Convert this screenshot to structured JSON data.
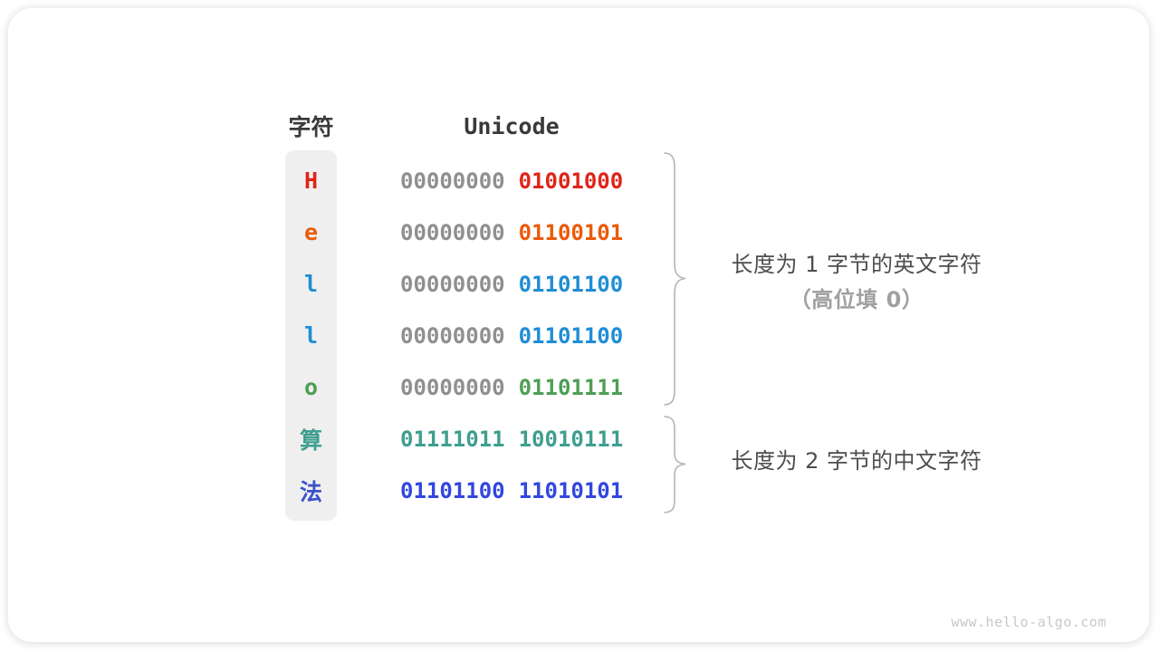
{
  "site": {
    "watermark": "www.hello-algo.com"
  },
  "table": {
    "headers": {
      "char": "字符",
      "unicode": "Unicode"
    },
    "rows": [
      {
        "char": "H",
        "char_color": "#e02418",
        "high_bits": "00000000",
        "high_color": "#8f8f8f",
        "low_bits": "01001000",
        "low_color": "#e02418"
      },
      {
        "char": "e",
        "char_color": "#ec5a0a",
        "high_bits": "00000000",
        "high_color": "#8f8f8f",
        "low_bits": "01100101",
        "low_color": "#ec5a0a"
      },
      {
        "char": "l",
        "char_color": "#1f8dd6",
        "high_bits": "00000000",
        "high_color": "#8f8f8f",
        "low_bits": "01101100",
        "low_color": "#1f8dd6"
      },
      {
        "char": "l",
        "char_color": "#1f8dd6",
        "high_bits": "00000000",
        "high_color": "#8f8f8f",
        "low_bits": "01101100",
        "low_color": "#1f8dd6"
      },
      {
        "char": "o",
        "char_color": "#4f9e54",
        "high_bits": "00000000",
        "high_color": "#8f8f8f",
        "low_bits": "01101111",
        "low_color": "#4f9e54"
      },
      {
        "char": "算",
        "char_color": "#3f9e90",
        "high_bits": "01111011",
        "high_color": "#3f9e90",
        "low_bits": "10010111",
        "low_color": "#3f9e90"
      },
      {
        "char": "法",
        "char_color": "#3b51cb",
        "high_bits": "01101100",
        "high_color": "#3246e0",
        "low_bits": "11010101",
        "low_color": "#3246e0"
      }
    ]
  },
  "annotations": {
    "english": {
      "line1": "长度为 1 字节的英文字符",
      "line2": "（高位填 0）"
    },
    "chinese": {
      "line1": "长度为 2 字节的中文字符"
    }
  },
  "colors": {
    "muted_bits": "#8f8f8f",
    "strip_background": "#efefef",
    "brace": "#b4b4b4",
    "annotation_dark": "#4d4d4d",
    "annotation_light": "#a0a0a0",
    "header_text": "#3a3a3a",
    "watermark": "#c8c8c8"
  }
}
